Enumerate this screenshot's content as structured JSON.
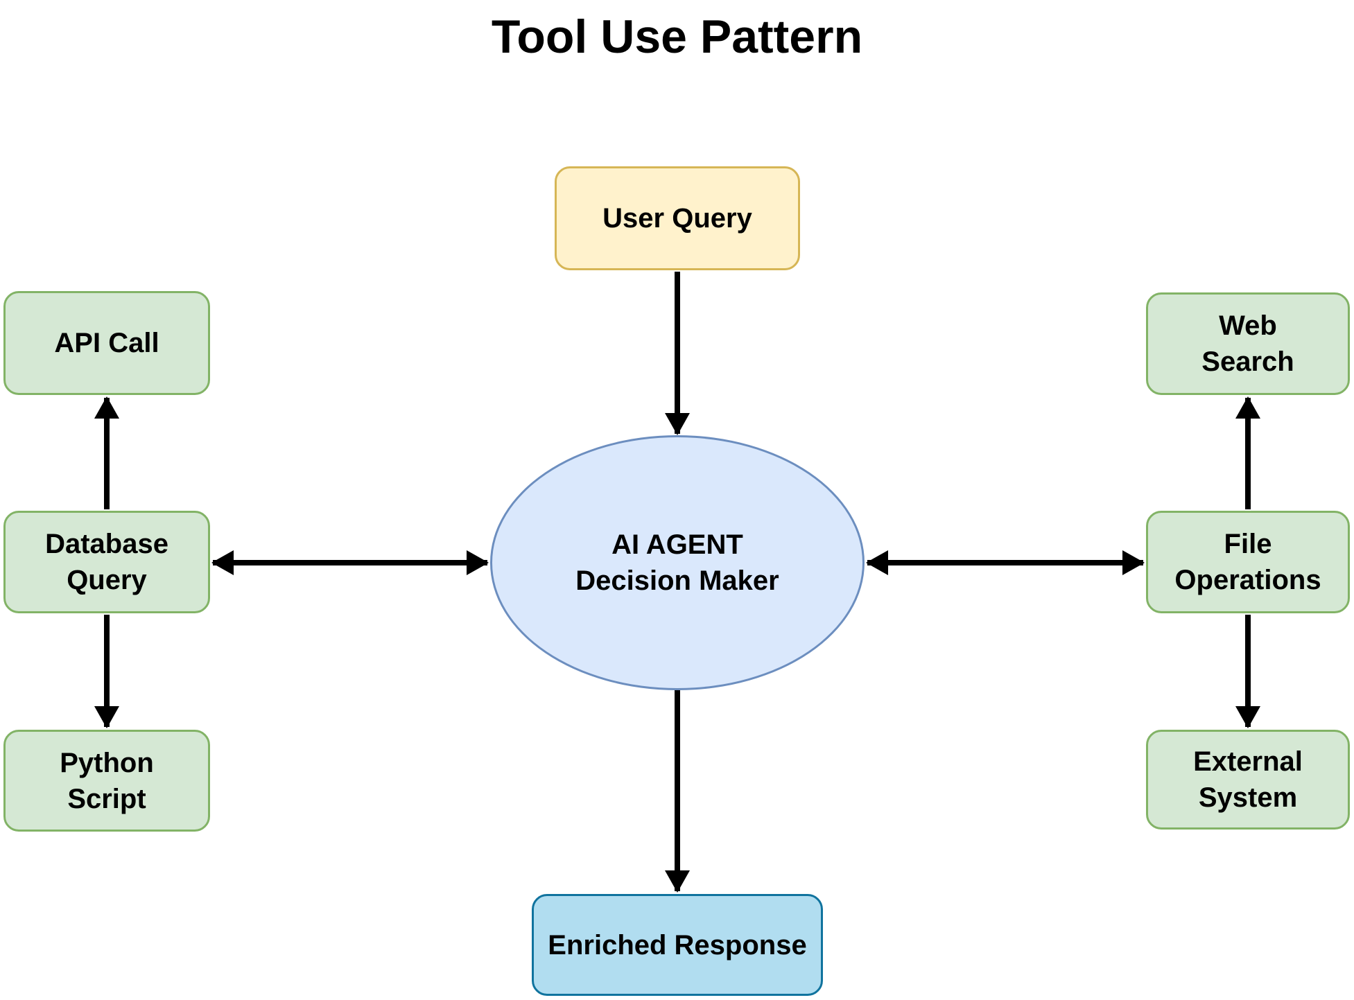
{
  "title": "Tool Use Pattern",
  "colors": {
    "background": "#ffffff",
    "text": "#000000",
    "arrow": "#000000",
    "user_query_fill": "#fff2cc",
    "user_query_stroke": "#d6b656",
    "tool_fill": "#d5e8d4",
    "tool_stroke": "#82b366",
    "agent_fill": "#dae8fc",
    "agent_stroke": "#6c8ebf",
    "response_fill": "#b1ddf0",
    "response_stroke": "#10739e"
  },
  "nodes": {
    "user_query": {
      "label": "User Query"
    },
    "ai_agent": {
      "label": "AI AGENT\nDecision Maker"
    },
    "enriched_response": {
      "label": "Enriched Response"
    },
    "api_call": {
      "label": "API Call"
    },
    "database_query": {
      "label": "Database\nQuery"
    },
    "python_script": {
      "label": "Python\nScript"
    },
    "web_search": {
      "label": "Web\nSearch"
    },
    "file_operations": {
      "label": "File\nOperations"
    },
    "external_system": {
      "label": "External\nSystem"
    }
  },
  "edges": [
    {
      "from": "user_query",
      "to": "ai_agent",
      "arrows": "end"
    },
    {
      "from": "ai_agent",
      "to": "enriched_response",
      "arrows": "end"
    },
    {
      "from": "database_query",
      "to": "ai_agent",
      "arrows": "both"
    },
    {
      "from": "file_operations",
      "to": "ai_agent",
      "arrows": "both"
    },
    {
      "from": "database_query",
      "to": "api_call",
      "arrows": "end"
    },
    {
      "from": "database_query",
      "to": "python_script",
      "arrows": "end"
    },
    {
      "from": "file_operations",
      "to": "web_search",
      "arrows": "end"
    },
    {
      "from": "file_operations",
      "to": "external_system",
      "arrows": "end"
    }
  ]
}
